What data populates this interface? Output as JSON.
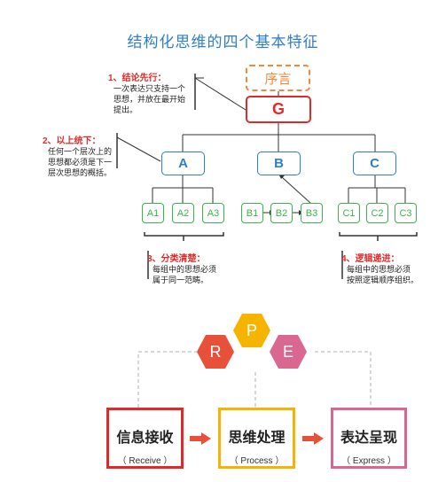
{
  "title": "结构化思维的四个基本特征",
  "preface": "序言",
  "root": "G",
  "mid_nodes": [
    "A",
    "B",
    "C"
  ],
  "leaves": {
    "a": [
      "A1",
      "A2",
      "A3"
    ],
    "b": [
      "B1",
      "B2",
      "B3"
    ],
    "c": [
      "C1",
      "C2",
      "C3"
    ]
  },
  "notes": {
    "n1": {
      "title": "1、结论先行：",
      "lines": [
        "一次表达只支持一个",
        "思想，并放在最开始",
        "提出。"
      ]
    },
    "n2": {
      "title": "2、以上统下：",
      "lines": [
        "任何一个层次上的",
        "思想都必须是下一",
        "层次思想的概括。"
      ]
    },
    "n3": {
      "title": "3、分类清楚：",
      "lines": [
        "每组中的思想必须",
        "属于同一范畴。"
      ]
    },
    "n4": {
      "title": "4、逻辑递进：",
      "lines": [
        "每组中的思想必须",
        "按照逻辑顺序组织。"
      ]
    }
  },
  "hexagons": {
    "r": "R",
    "p": "P",
    "e": "E"
  },
  "stages": [
    {
      "main": "信息接收",
      "sub": "（ Receive ）",
      "color": "#e02a2a"
    },
    {
      "main": "思维处理",
      "sub": "（ Process ）",
      "color": "#f5b400"
    },
    {
      "main": "表达呈现",
      "sub": "（ Express ）",
      "color": "#d9678f"
    }
  ],
  "colors": {
    "blue": "#2e7ec9",
    "red": "#e02a2a",
    "orange": "#f08a3a",
    "green": "#3bb54a",
    "yellow": "#f5b400",
    "pink": "#d9678f",
    "hex_red": "#e8503a"
  }
}
